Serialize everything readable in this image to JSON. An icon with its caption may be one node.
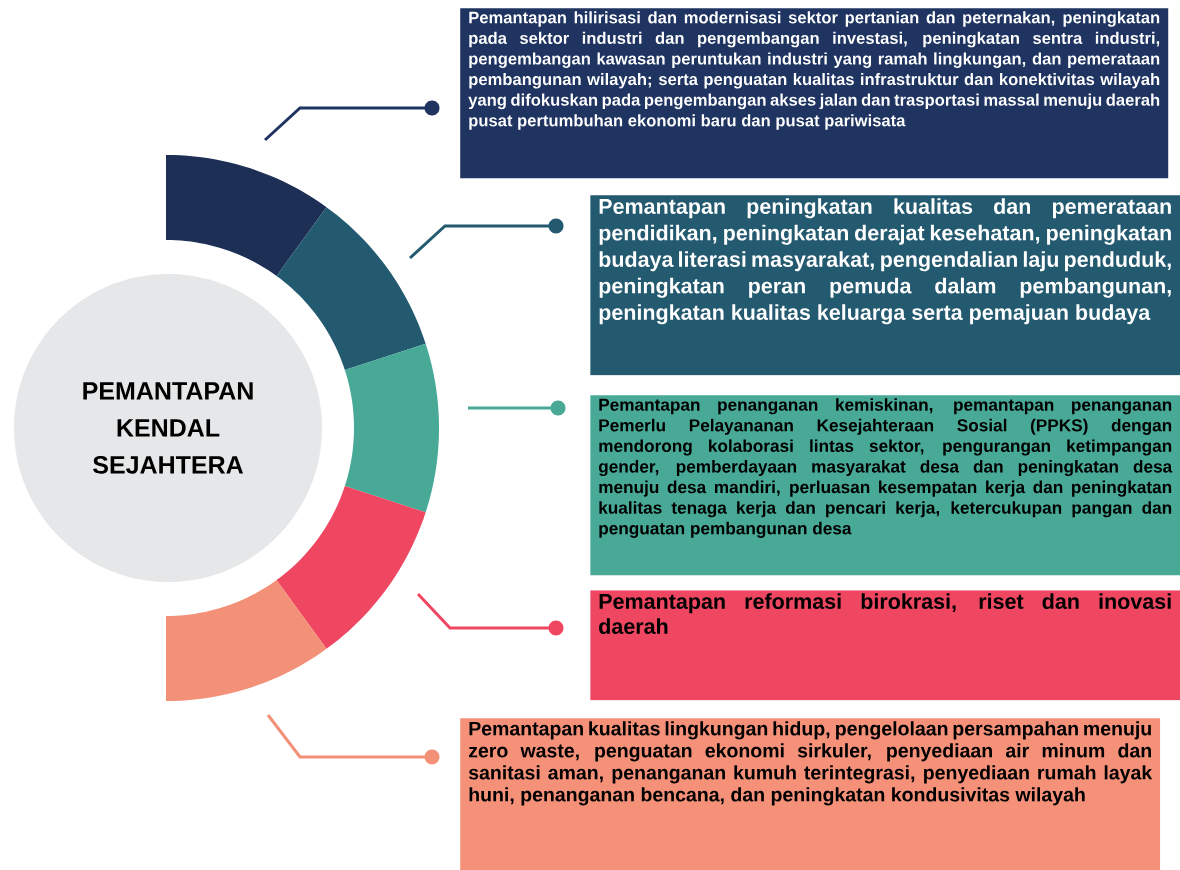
{
  "diagram": {
    "nodes": [
      {
        "text": [
          "PEMANTAPAN KENDAL SEJAHTERA"
        ]
      },
      {
        "text": [],
        "shape": "arc"
      },
      {
        "text": [],
        "shape": "arc"
      },
      {
        "text": [],
        "shape": "arc"
      },
      {
        "text": [],
        "shape": "arc"
      },
      {
        "text": [],
        "shape": "arc"
      },
      {
        "text": [
          "Pemantapan hilirisasi dan modernisasi sektor pertanian dan peternakan, peningkatan pada sektor industri dan pengembangan investasi, peningkatan sentra industri, pengembangan kawasan peruntukan industri yang ramah lingkungan, dan pemerataan pembangunan wilayah; serta penguatan kualitas infrastruktur dan konektivitas wilayah yang difokuskan pada pengembangan akses jalan dan trasportasi massal menuju daerah pusat pertumbuhan ekonomi baru dan pusat pariwisata"
        ]
      },
      {
        "text": [
          "Pemantapan peningkatan kualitas dan pemerataan pendidikan, peningkatan derajat kesehatan, peningkatan budaya literasi masyarakat, pengendalian laju penduduk, peningkatan peran pemuda dalam pembangunan, peningkatan kualitas keluarga serta pemajuan budaya"
        ]
      },
      {
        "text": [
          "Pemantapan penanganan kemiskinan, pemantapan penanganan Pemerlu Pelayananan Kesejahteraan Sosial (PPKS) dengan mendorong kolaborasi lintas sektor, pengurangan ketimpangan gender, pemberdayaan masyarakat desa dan peningkatan desa menuju desa mandiri, perluasan kesempatan kerja dan peningkatan kualitas tenaga kerja dan pencari kerja, ketercukupan pangan dan penguatan pembangunan desa"
        ]
      },
      {
        "text": [
          "Pemantapan reformasi birokrasi, riset dan inovasi daerah"
        ]
      },
      {
        "text": [
          "Pemantapan kualitas lingkungan hidup, pengelolaan persampahan menuju zero waste, penguatan ekonomi sirkuler, penyediaan air minum dan sanitasi aman, penanganan kumuh terintegrasi, penyediaan rumah layak huni, penanganan bencana, dan peningkatan kondusivitas wilayah"
        ]
      }
    ],
    "edges": [
      {
        "from": 1,
        "to": 6,
        "arrow": "other",
        "color": "#1f3461"
      },
      {
        "from": 2,
        "to": 7,
        "arrow": "other",
        "color": "#245a70"
      },
      {
        "from": 3,
        "to": 8,
        "arrow": "other",
        "color": "#47a996"
      },
      {
        "from": 4,
        "to": 9,
        "arrow": "other",
        "color": "#ef4662"
      },
      {
        "from": 5,
        "to": 10,
        "arrow": "other",
        "color": "#f39078"
      }
    ]
  }
}
